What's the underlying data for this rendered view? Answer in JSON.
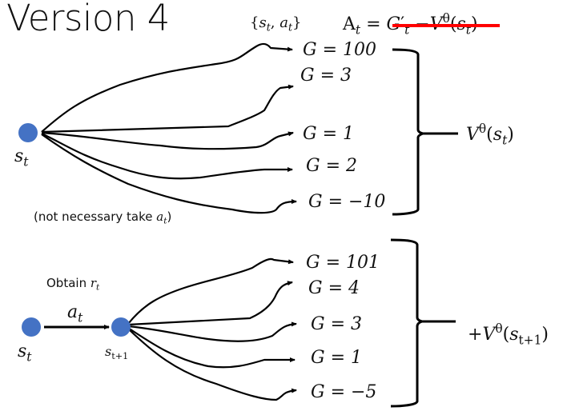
{
  "title": "Version 4",
  "header": {
    "pair": {
      "open": "{",
      "s": "s",
      "s_sub": "t",
      "comma": ", ",
      "a": "a",
      "a_sub": "t",
      "close": "}"
    },
    "advantage": {
      "A": "A",
      "A_sub": "t",
      "eq": " = ",
      "G": "G",
      "G_prime": "′",
      "G_sub": "t",
      "minus": " −",
      "V": "V",
      "V_sup": "θ",
      "open": "(",
      "s": "s",
      "s_sub": "t",
      "close": ")"
    },
    "strike_color": "#ff0000"
  },
  "top": {
    "node_label": {
      "s": "s",
      "sub": "t"
    },
    "note": {
      "text": "(not necessary take ",
      "a": "a",
      "a_sub": "t",
      "close": ")"
    },
    "returns": [
      "G = 100",
      "G = 3",
      "G = 1",
      "G = 2",
      "G = −10"
    ],
    "brace_label": {
      "V": "V",
      "sup": "θ",
      "open": "(",
      "s": "s",
      "sub": "t",
      "close": ")"
    }
  },
  "bottom": {
    "start_label": {
      "s": "s",
      "sub": "t"
    },
    "next_label": {
      "s": "s",
      "sub": "t+1"
    },
    "reward": {
      "text": "Obtain ",
      "r": "r",
      "sub": "t"
    },
    "action": {
      "a": "a",
      "sub": "t"
    },
    "returns": [
      "G = 101",
      "G = 4",
      "G = 3",
      "G = 1",
      "G = −5"
    ],
    "brace_label": {
      "plus": "+",
      "V": "V",
      "sup": "θ",
      "open": "(",
      "s": "s",
      "sub": "t+1",
      "close": ")"
    }
  },
  "colors": {
    "node": "#4472c4",
    "line": "#000000"
  }
}
